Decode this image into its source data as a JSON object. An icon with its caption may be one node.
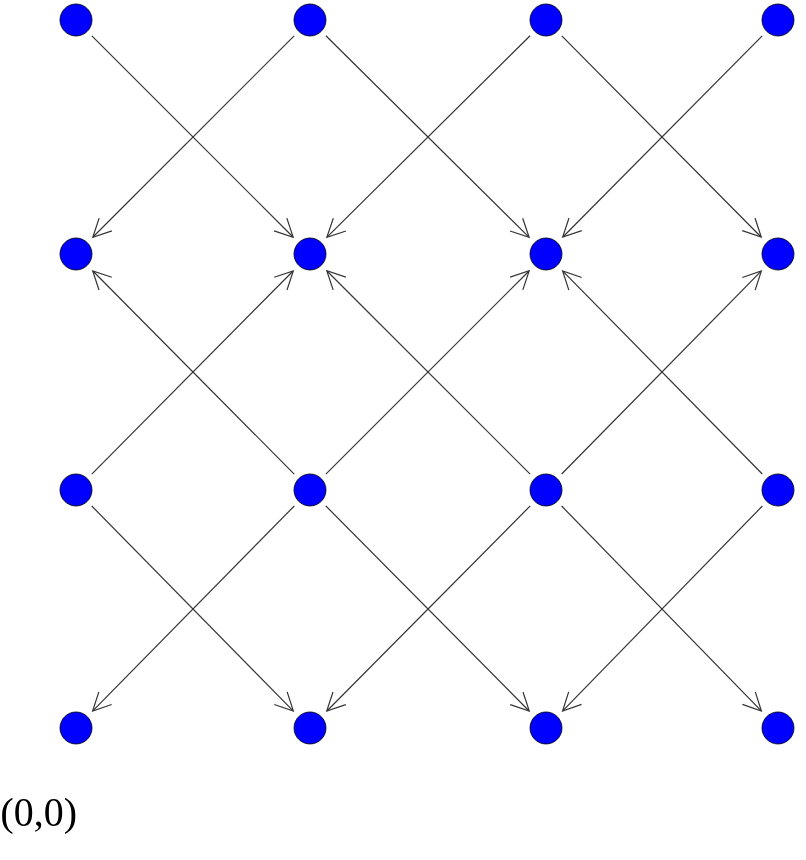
{
  "diagram": {
    "nodes": [
      {
        "text": [],
        "shape": "circle"
      },
      {
        "text": [],
        "shape": "circle"
      },
      {
        "text": [],
        "shape": "circle"
      },
      {
        "text": [],
        "shape": "circle"
      },
      {
        "text": [],
        "shape": "circle"
      },
      {
        "text": [],
        "shape": "circle"
      },
      {
        "text": [],
        "shape": "circle"
      },
      {
        "text": [],
        "shape": "circle"
      },
      {
        "text": [],
        "shape": "circle"
      },
      {
        "text": [],
        "shape": "circle"
      },
      {
        "text": [],
        "shape": "circle"
      },
      {
        "text": [],
        "shape": "circle"
      },
      {
        "text": [],
        "shape": "circle"
      },
      {
        "text": [],
        "shape": "circle"
      },
      {
        "text": [],
        "shape": "circle"
      },
      {
        "text": [],
        "shape": "circle"
      }
    ],
    "edges": [
      {
        "from": 0,
        "to": 5,
        "arrow": "to"
      },
      {
        "from": 1,
        "to": 4,
        "arrow": "to"
      },
      {
        "from": 1,
        "to": 6,
        "arrow": "to"
      },
      {
        "from": 2,
        "to": 5,
        "arrow": "to"
      },
      {
        "from": 2,
        "to": 7,
        "arrow": "to"
      },
      {
        "from": 3,
        "to": 6,
        "arrow": "to"
      },
      {
        "from": 8,
        "to": 5,
        "arrow": "to"
      },
      {
        "from": 9,
        "to": 4,
        "arrow": "to"
      },
      {
        "from": 9,
        "to": 6,
        "arrow": "to"
      },
      {
        "from": 10,
        "to": 5,
        "arrow": "to"
      },
      {
        "from": 10,
        "to": 7,
        "arrow": "to"
      },
      {
        "from": 11,
        "to": 6,
        "arrow": "to"
      },
      {
        "from": 8,
        "to": 13,
        "arrow": "to"
      },
      {
        "from": 9,
        "to": 12,
        "arrow": "to"
      },
      {
        "from": 9,
        "to": 14,
        "arrow": "to"
      },
      {
        "from": 10,
        "to": 13,
        "arrow": "to"
      },
      {
        "from": 10,
        "to": 15,
        "arrow": "to"
      },
      {
        "from": 11,
        "to": 14,
        "arrow": "to"
      }
    ],
    "labels": [
      "(0,0)"
    ]
  }
}
